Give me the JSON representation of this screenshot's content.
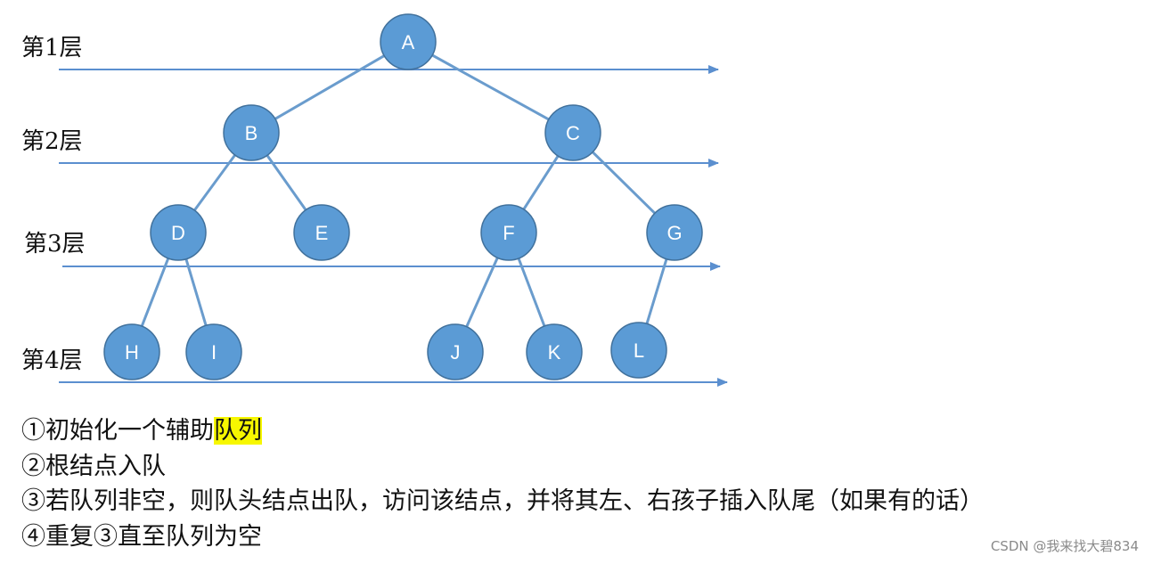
{
  "levels": [
    {
      "label": "第1层"
    },
    {
      "label": "第2层"
    },
    {
      "label": "第3层"
    },
    {
      "label": "第4层"
    }
  ],
  "nodes": [
    {
      "id": "A",
      "label": "A"
    },
    {
      "id": "B",
      "label": "B"
    },
    {
      "id": "C",
      "label": "C"
    },
    {
      "id": "D",
      "label": "D"
    },
    {
      "id": "E",
      "label": "E"
    },
    {
      "id": "F",
      "label": "F"
    },
    {
      "id": "G",
      "label": "G"
    },
    {
      "id": "H",
      "label": "H"
    },
    {
      "id": "I",
      "label": "I"
    },
    {
      "id": "J",
      "label": "J"
    },
    {
      "id": "K",
      "label": "K"
    },
    {
      "id": "L",
      "label": "L"
    }
  ],
  "edges": [
    [
      "A",
      "B"
    ],
    [
      "A",
      "C"
    ],
    [
      "B",
      "D"
    ],
    [
      "B",
      "E"
    ],
    [
      "C",
      "F"
    ],
    [
      "C",
      "G"
    ],
    [
      "D",
      "H"
    ],
    [
      "D",
      "I"
    ],
    [
      "F",
      "J"
    ],
    [
      "F",
      "K"
    ],
    [
      "G",
      "L"
    ]
  ],
  "steps": {
    "s1_prefix": "①初始化一个辅助",
    "s1_highlight": "队列",
    "s2": "②根结点入队",
    "s3": "③若队列非空，则队头结点出队，访问该结点，并将其左、右孩子插入队尾（如果有的话）",
    "s4": "④重复③直至队列为空"
  },
  "watermark": "CSDN @我来找大碧834",
  "colors": {
    "node_fill": "#5b9bd5",
    "node_stroke": "#41719c",
    "edge": "#6a9ccd",
    "level_line": "#5b8fcf",
    "highlight": "#f7f700"
  }
}
